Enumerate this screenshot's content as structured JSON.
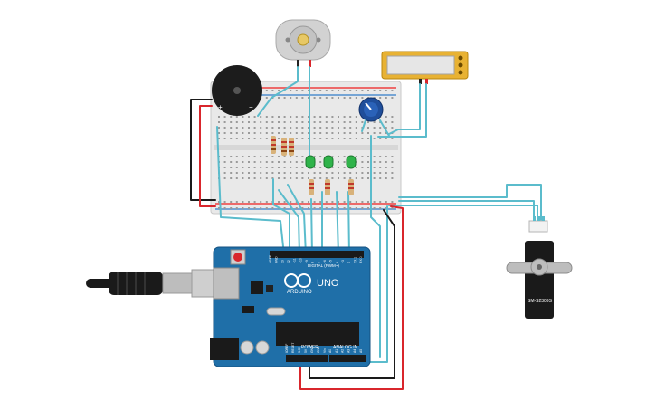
{
  "arduino": {
    "brand": "ARDUINO",
    "model": "UNO",
    "digital_label": "DIGITAL (PWM~)",
    "power_label": "POWER",
    "analog_label": "ANALOG IN",
    "digital_pins": [
      "AREF",
      "GND",
      "13",
      "12",
      "~11",
      "~10",
      "~9",
      "8",
      "7",
      "~6",
      "~5",
      "4",
      "~3",
      "2",
      "TX 1",
      "RX 0"
    ],
    "power_pins": [
      "IOREF",
      "RESET",
      "3.3V",
      "5V",
      "GND",
      "GND",
      "Vin"
    ],
    "analog_pins": [
      "A0",
      "A1",
      "A2",
      "A3",
      "A4",
      "A5"
    ]
  },
  "buzzer": {
    "plus": "+",
    "minus": "−"
  },
  "servo": {
    "model": "SM-S2309S"
  },
  "colors": {
    "board_blue": "#1f6fa8",
    "breadboard": "#e9e9e9",
    "wire_teal": "#5bbccc",
    "wire_red": "#d9262c",
    "wire_black": "#1a1a1a",
    "led_green": "#2fb34a",
    "lcd_body": "#e8b233",
    "pot_blue": "#1f4e9a"
  }
}
